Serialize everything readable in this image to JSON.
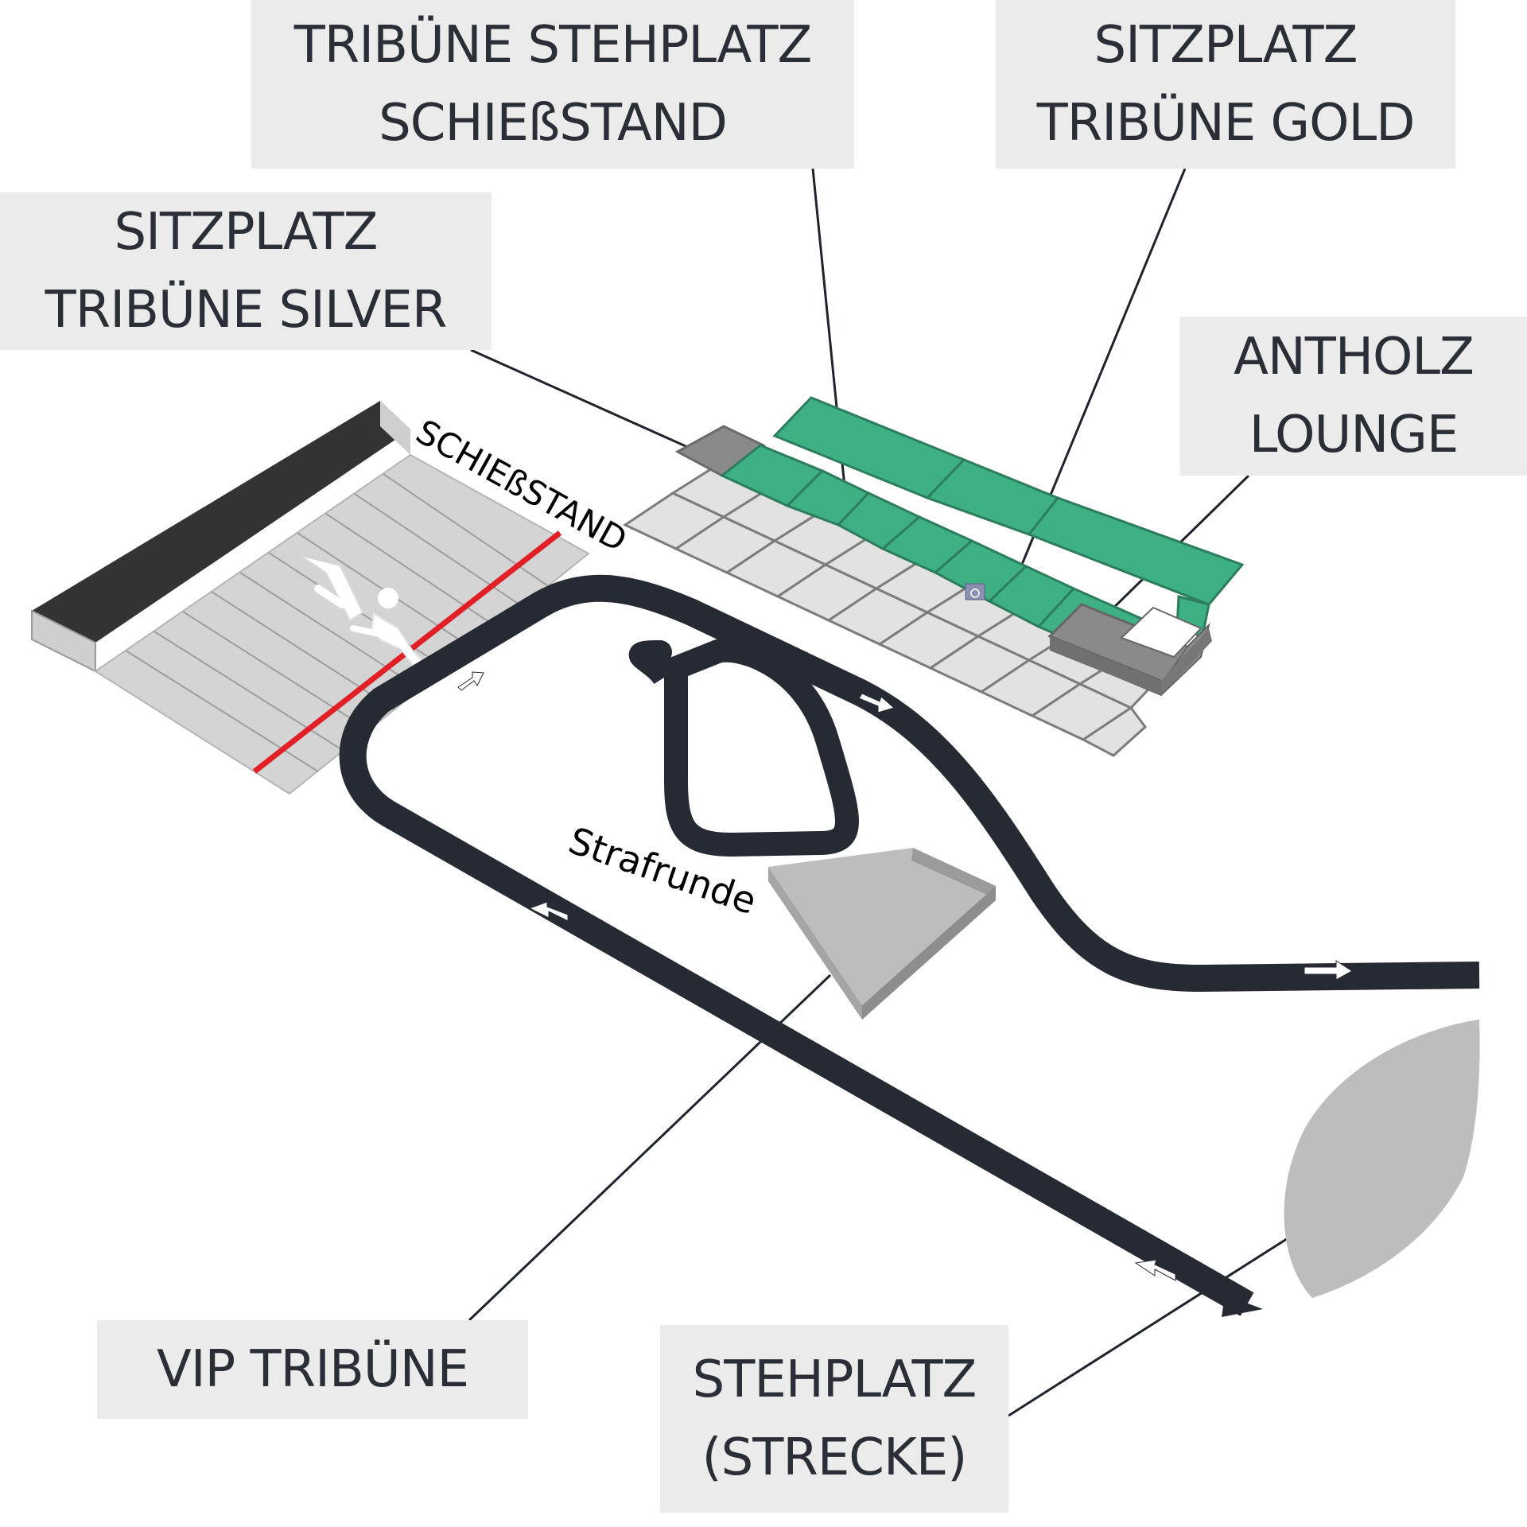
{
  "labels": {
    "tribune_stehplatz": [
      "TRIBÜNE STEHPLATZ",
      "SCHIEßSTAND"
    ],
    "sitzplatz_gold": [
      "SITZPLATZ",
      "TRIBÜNE GOLD"
    ],
    "sitzplatz_silver": [
      "SITZPLATZ",
      "TRIBÜNE SILVER"
    ],
    "antholz_lounge": [
      "ANTHOLZ",
      "LOUNGE"
    ],
    "vip_tribune": "VIP TRIBÜNE",
    "stehplatz_strecke": [
      "STEHPLATZ",
      "(STRECKE)"
    ]
  },
  "map_text": {
    "schiessstand": "SCHIEßSTAND",
    "strafrunde": "Strafrunde"
  },
  "icons": {
    "shooter": "biathlon-shooter-icon",
    "wheelchair": "wheelchair-icon",
    "direction": "arrow-icon"
  },
  "colors": {
    "label_bg": "#ebebeb",
    "label_text": "#2a2e36",
    "track": "#262a33",
    "gold_seats": "#3fb084",
    "silver_seats": "#8a8a8a",
    "standing_tiles": "#e2e2e2",
    "shooting_line": "#e01f26",
    "vip_block": "#bdbdbd",
    "standing_area": "#bdbdbd"
  }
}
